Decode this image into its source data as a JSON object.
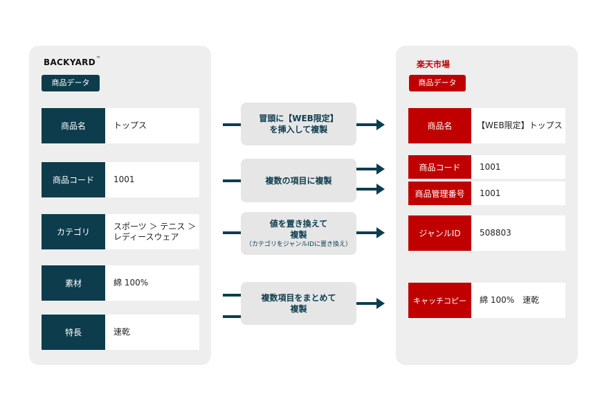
{
  "left": {
    "brand": "BACKYARD",
    "brand_mark": "™",
    "badge": "商品データ",
    "rows": [
      {
        "label": "商品名",
        "value": "トップス"
      },
      {
        "label": "商品コード",
        "value": "1001"
      },
      {
        "label": "カテゴリ",
        "value_line1": "スポーツ ＞ テニス ＞",
        "value_line2": "レディースウェア"
      },
      {
        "label": "素材",
        "value": "綿 100%"
      },
      {
        "label": "特長",
        "value": "速乾"
      }
    ]
  },
  "middle": [
    {
      "line1": "冒頭に【WEB限定】",
      "line2": "を挿入して複製"
    },
    {
      "line1": "複数の項目に複製"
    },
    {
      "line1": "値を置き換えて",
      "line2": "複製",
      "note": "（カテゴリをジャンルIDに置き換え）"
    },
    {
      "line1": "複数項目をまとめて",
      "line2": "複製"
    }
  ],
  "right": {
    "brand": "楽天市場",
    "badge": "商品データ",
    "rows": [
      {
        "label": "商品名",
        "value": "【WEB限定】トップス"
      },
      {
        "label": "商品コード",
        "value": "1001"
      },
      {
        "label": "商品管理番号",
        "value": "1001"
      },
      {
        "label": "ジャンルID",
        "value": "508803"
      },
      {
        "label": "キャッチコピー",
        "value": "綿 100%　速乾"
      }
    ]
  },
  "colors": {
    "navy": "#0d3d4d",
    "red": "#c00000",
    "panel": "#eeeeef"
  }
}
